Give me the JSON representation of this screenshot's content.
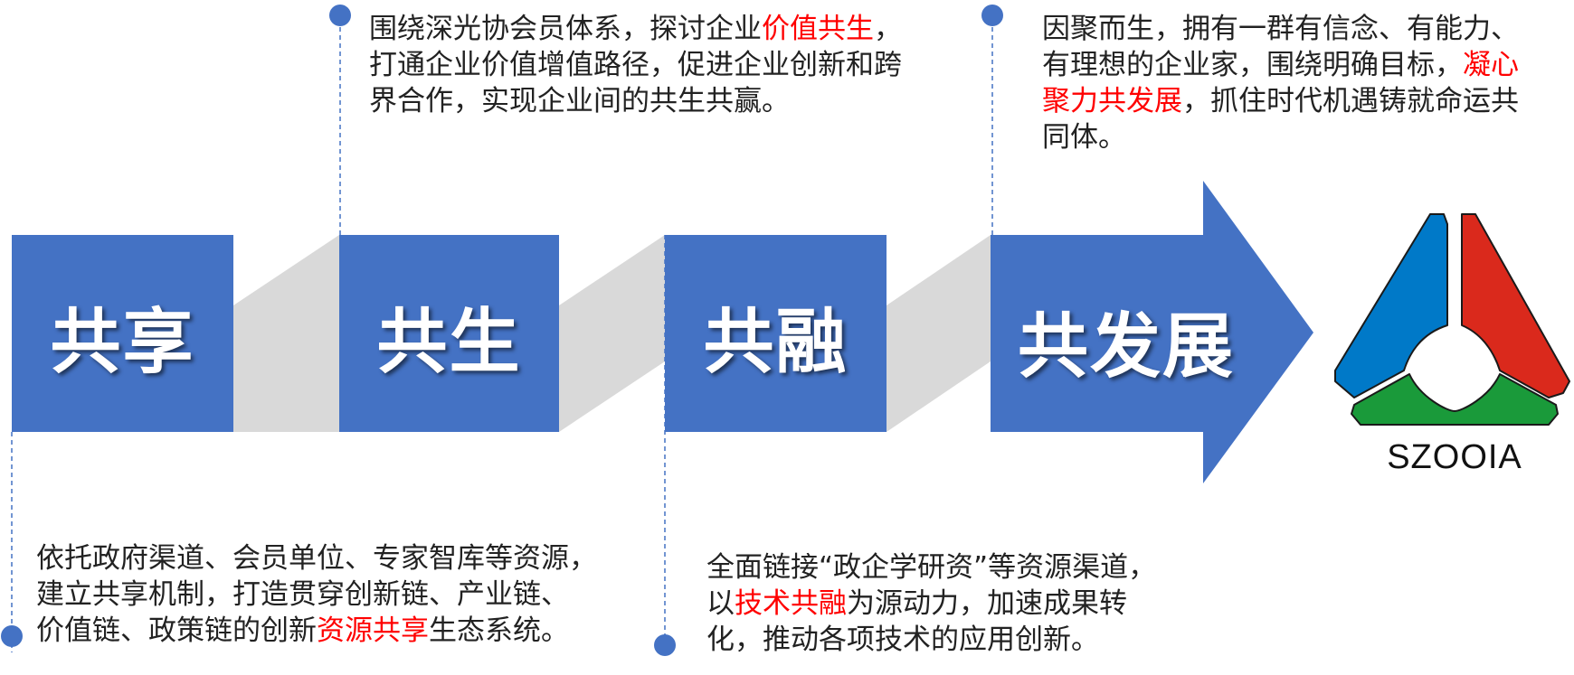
{
  "colors": {
    "block": "#4472C4",
    "connector": "#D9D9D9",
    "dash": "#4472C4",
    "highlight": "#FF0000",
    "text": "#222222",
    "logo_blue": "#0079C8",
    "logo_red": "#DA291C",
    "logo_green": "#1A9A3A"
  },
  "stages": [
    {
      "id": "share",
      "label": "共享"
    },
    {
      "id": "symbiosis",
      "label": "共生"
    },
    {
      "id": "fusion",
      "label": "共融"
    },
    {
      "id": "development",
      "label": "共发展"
    }
  ],
  "descriptions": {
    "share": {
      "line1": "依托政府渠道、会员单位、专家智库等资源，",
      "line2": "建立共享机制，打造贯穿创新链、产业链、",
      "line3_before": "价值链、政策链的创新",
      "line3_highlight": "资源共享",
      "line3_after": "生态系统。"
    },
    "symbiosis": {
      "line1_before": "围绕深光协会员体系，探讨企业",
      "line1_highlight": "价值共生",
      "line1_after": "，",
      "line2": "打通企业价值增值路径，促进企业创新和跨",
      "line3": "界合作，实现企业间的共生共赢。"
    },
    "fusion": {
      "line1": "全面链接“政企学研资”等资源渠道，",
      "line2_before": "以",
      "line2_highlight": "技术共融",
      "line2_after": "为源动力，加速成果转",
      "line3": "化，推动各项技术的应用创新。"
    },
    "development": {
      "line1": "因聚而生，拥有一群有信念、有能力、",
      "line2_before": "有理想的企业家，围绕明确目标，",
      "line2_highlight": "凝心",
      "line3_highlight": "聚力共发展",
      "line3_after": "，抓住时代机遇铸就命运共",
      "line4": "同体。"
    }
  },
  "logo": {
    "icon": "szooia-logo-icon",
    "text": "SZOOIA"
  }
}
